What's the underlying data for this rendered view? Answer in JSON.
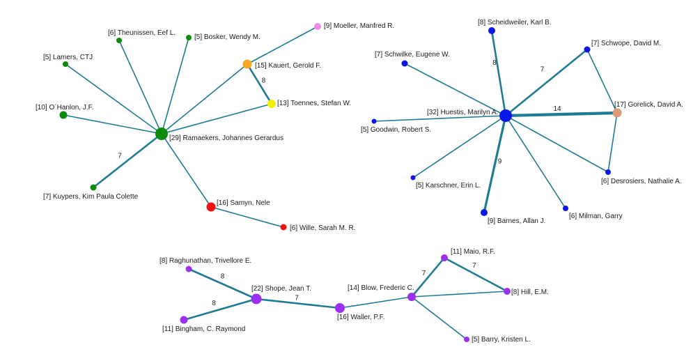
{
  "colors": {
    "edge": "#1f7a93",
    "green": "#0a8c0a",
    "orange": "#f5a623",
    "pink": "#f08ce6",
    "yellow": "#f5f200",
    "red": "#f0120f",
    "blue": "#0b17e8",
    "salmon": "#dc9a78",
    "purple": "#9b30f0"
  },
  "nodes": [
    {
      "id": "ramaekers",
      "label": "[29] Ramaekers, Johannes Gerardus",
      "color": "green"
    },
    {
      "id": "theunissen",
      "label": "[6] Theunissen, Eef L.",
      "color": "green"
    },
    {
      "id": "bosker",
      "label": "[5] Bosker, Wendy M.",
      "color": "green"
    },
    {
      "id": "lamers",
      "label": "[5] Lamers, CTJ",
      "color": "green"
    },
    {
      "id": "ohanlon",
      "label": "[10] O´Hanlon, J.F.",
      "color": "green"
    },
    {
      "id": "kuypers",
      "label": "[7] Kuypers, Kim Paula Colette",
      "color": "green"
    },
    {
      "id": "moeller",
      "label": "[9] Moeller, Manfred R.",
      "color": "pink"
    },
    {
      "id": "kauert",
      "label": "[15] Kauert, Gerold F.",
      "color": "orange"
    },
    {
      "id": "toennes",
      "label": "[13] Toennes, Stefan W.",
      "color": "yellow"
    },
    {
      "id": "samyn",
      "label": "[16] Samyn, Nele",
      "color": "red"
    },
    {
      "id": "wille",
      "label": "[6] Wille, Sarah M. R.",
      "color": "red"
    },
    {
      "id": "huestis",
      "label": "[32] Huestis, Marilyn A.",
      "color": "blue"
    },
    {
      "id": "scheidweiler",
      "label": "[8] Scheidweiler, Karl B.",
      "color": "blue"
    },
    {
      "id": "schwilke",
      "label": "[7] Schwilke, Eugene W.",
      "color": "blue"
    },
    {
      "id": "schwope",
      "label": "[7] Schwope, David M.",
      "color": "blue"
    },
    {
      "id": "gorelick",
      "label": "[17] Gorelick, David A.",
      "color": "salmon"
    },
    {
      "id": "goodwin",
      "label": "[5] Goodwin, Robert S.",
      "color": "blue"
    },
    {
      "id": "karschner",
      "label": "[5] Karschner, Erin L.",
      "color": "blue"
    },
    {
      "id": "desrosiers",
      "label": "[6] Desrosiers, Nathalie A.",
      "color": "blue"
    },
    {
      "id": "barnes",
      "label": "[9] Barnes, Allan J.",
      "color": "blue"
    },
    {
      "id": "milman",
      "label": "[6] Milman, Garry",
      "color": "blue"
    },
    {
      "id": "raghunathan",
      "label": "[8] Raghunathan, Trivellore E.",
      "color": "purple"
    },
    {
      "id": "shope",
      "label": "[22] Shope, Jean T.",
      "color": "purple"
    },
    {
      "id": "bingham",
      "label": "[11] Bingham, C. Raymond",
      "color": "purple"
    },
    {
      "id": "waller",
      "label": "[16] Waller, P.F.",
      "color": "purple"
    },
    {
      "id": "blow",
      "label": "[14] Blow, Frederic C.",
      "color": "purple"
    },
    {
      "id": "maio",
      "label": "[11] Maio, R.F.",
      "color": "purple"
    },
    {
      "id": "hill",
      "label": "[8] Hill, E.M.",
      "color": "purple"
    },
    {
      "id": "barry",
      "label": "[5] Barry, Kristen L.",
      "color": "purple"
    }
  ],
  "edges": [
    {
      "source": "ramaekers",
      "target": "theunissen",
      "weight": null
    },
    {
      "source": "ramaekers",
      "target": "bosker",
      "weight": null
    },
    {
      "source": "ramaekers",
      "target": "lamers",
      "weight": null
    },
    {
      "source": "ramaekers",
      "target": "ohanlon",
      "weight": null
    },
    {
      "source": "ramaekers",
      "target": "kuypers",
      "weight": 7
    },
    {
      "source": "ramaekers",
      "target": "kauert",
      "weight": null
    },
    {
      "source": "ramaekers",
      "target": "toennes",
      "weight": null
    },
    {
      "source": "ramaekers",
      "target": "samyn",
      "weight": null
    },
    {
      "source": "kauert",
      "target": "moeller",
      "weight": null
    },
    {
      "source": "kauert",
      "target": "toennes",
      "weight": 8
    },
    {
      "source": "samyn",
      "target": "wille",
      "weight": null
    },
    {
      "source": "huestis",
      "target": "scheidweiler",
      "weight": 8
    },
    {
      "source": "huestis",
      "target": "schwilke",
      "weight": null
    },
    {
      "source": "huestis",
      "target": "schwope",
      "weight": 7
    },
    {
      "source": "huestis",
      "target": "gorelick",
      "weight": 14
    },
    {
      "source": "huestis",
      "target": "goodwin",
      "weight": null
    },
    {
      "source": "huestis",
      "target": "karschner",
      "weight": null
    },
    {
      "source": "huestis",
      "target": "desrosiers",
      "weight": null
    },
    {
      "source": "huestis",
      "target": "barnes",
      "weight": 9
    },
    {
      "source": "huestis",
      "target": "milman",
      "weight": null
    },
    {
      "source": "schwope",
      "target": "gorelick",
      "weight": null
    },
    {
      "source": "gorelick",
      "target": "desrosiers",
      "weight": null
    },
    {
      "source": "shope",
      "target": "raghunathan",
      "weight": 8
    },
    {
      "source": "shope",
      "target": "bingham",
      "weight": 8
    },
    {
      "source": "shope",
      "target": "waller",
      "weight": 7
    },
    {
      "source": "waller",
      "target": "blow",
      "weight": null
    },
    {
      "source": "blow",
      "target": "maio",
      "weight": 7
    },
    {
      "source": "blow",
      "target": "hill",
      "weight": null
    },
    {
      "source": "blow",
      "target": "barry",
      "weight": null
    },
    {
      "source": "maio",
      "target": "hill",
      "weight": 7
    }
  ]
}
